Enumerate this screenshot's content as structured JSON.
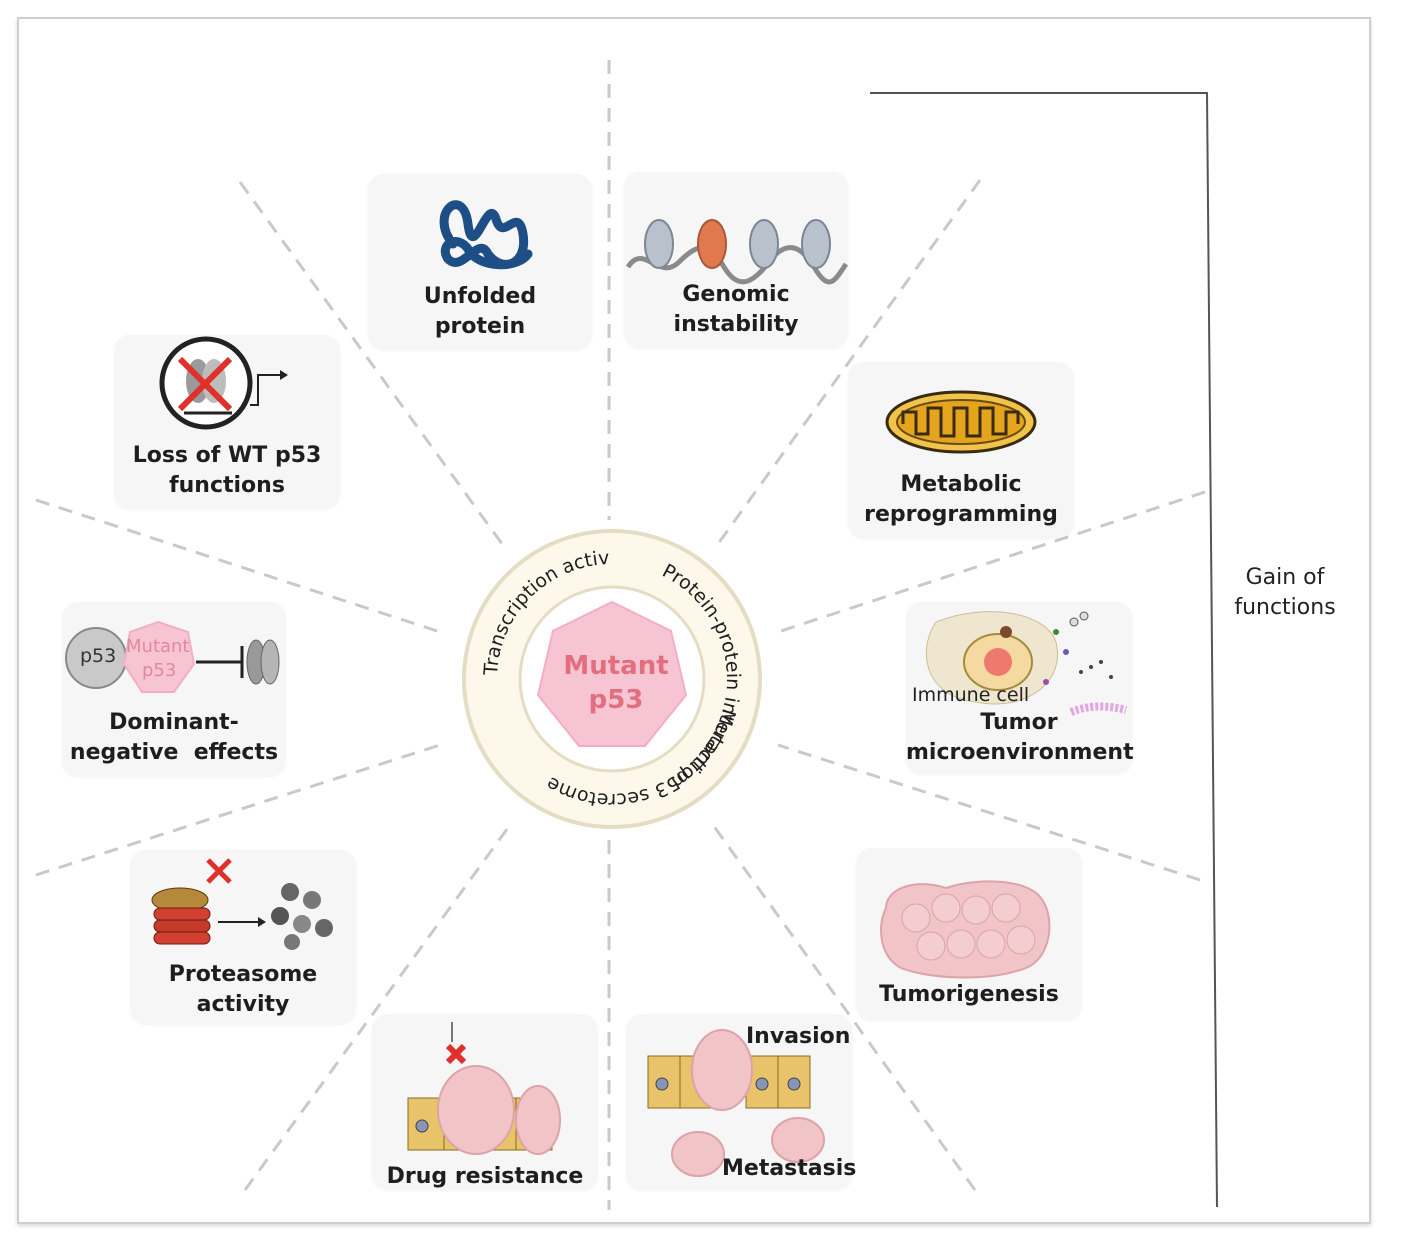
{
  "center": {
    "core_lines": [
      "Mutant",
      "p53"
    ],
    "ring_texts": [
      "Transcription activity",
      "Protein-protein interaction",
      "Mutant p53 secretome"
    ]
  },
  "loss_panel": {
    "unfolded": [
      "Unfolded",
      "protein"
    ],
    "loss_wt": [
      "Loss of WT p53",
      "functions"
    ],
    "dominant": [
      "Dominant-",
      "negative  effects"
    ],
    "dominant_icon": {
      "p53": "p53",
      "mutant_line1": "Mutant",
      "mutant_line2": "p53"
    },
    "proteasome": [
      "Proteasome",
      "activity"
    ],
    "drug": "Drug resistance"
  },
  "gain_panel": {
    "genomic": [
      "Genomic",
      "instability"
    ],
    "metabolic": [
      "Metabolic",
      "reprogramming"
    ],
    "tumor_env": [
      "Tumor",
      "microenvironment"
    ],
    "immune_cell": "Immune cell",
    "tumorigenesis": "Tumorigenesis",
    "invasion": "Invasion",
    "metastasis": "Metastasis"
  },
  "bracket_label": [
    "Gain of",
    "functions"
  ],
  "colors": {
    "dashed_line": "#c9c9c9",
    "ring_fill": "#fdf8ea",
    "ring_stroke": "#e4dcc3",
    "heptagon_fill": "#f7c4d3",
    "heptagon_text": "#e26e7e",
    "protein_blue": "#1e4e86",
    "mito": "#e4a41b",
    "red_x": "#e0302a",
    "cell_tan": "#d9b455",
    "tumor_pink": "#f1c4c8"
  }
}
